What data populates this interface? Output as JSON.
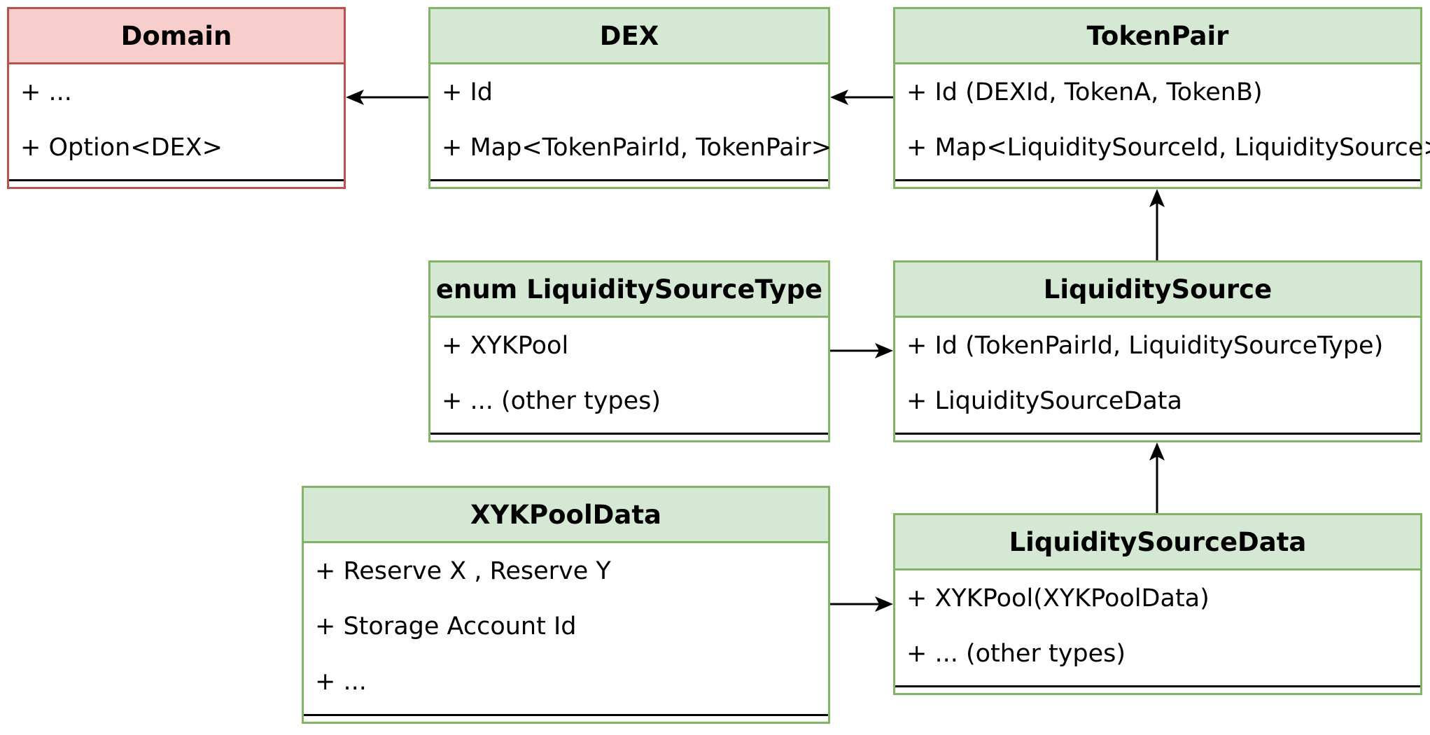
{
  "classes": {
    "domain": {
      "title": "Domain",
      "attrs": [
        "+ ...",
        "+ Option<DEX>"
      ]
    },
    "dex": {
      "title": "DEX",
      "attrs": [
        "+ Id",
        "+ Map<TokenPairId, TokenPair>"
      ]
    },
    "tokenpair": {
      "title": "TokenPair",
      "attrs": [
        "+ Id (DEXId, TokenA, TokenB)",
        "+ Map<LiquiditySourceId, LiquiditySource>"
      ]
    },
    "lstype": {
      "title": "enum LiquiditySourceType",
      "attrs": [
        "+ XYKPool",
        "+ ... (other types)"
      ]
    },
    "ls": {
      "title": "LiquiditySource",
      "attrs": [
        "+ Id (TokenPairId, LiquiditySourceType)",
        "+ LiquiditySourceData"
      ]
    },
    "xyk": {
      "title": "XYKPoolData",
      "attrs": [
        "+ Reserve X , Reserve Y",
        "+ Storage Account Id",
        "+ ..."
      ]
    },
    "lsdata": {
      "title": "LiquiditySourceData",
      "attrs": [
        "+ XYKPool(XYKPoolData)",
        "+ ... (other types)"
      ]
    }
  },
  "colors": {
    "green_fill": "#d5e8d4",
    "green_stroke": "#82b366",
    "red_fill": "#f8cecc",
    "red_stroke": "#b85450"
  }
}
